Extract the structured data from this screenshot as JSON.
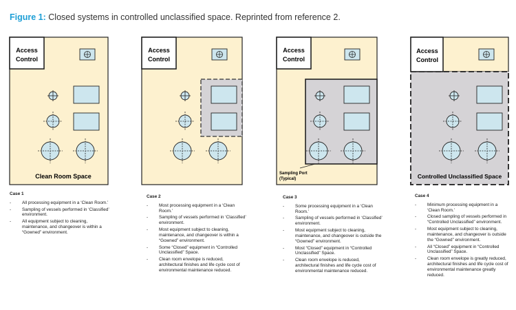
{
  "figure": {
    "label": "Figure 1:",
    "caption": "Closed systems in controlled unclassified space. Reprinted from reference 2."
  },
  "panels": [
    {
      "access_label_1": "Access",
      "access_label_2": "Control",
      "area_label": "Clean Room Space"
    },
    {
      "access_label_1": "Access",
      "access_label_2": "Control",
      "area_label": ""
    },
    {
      "access_label_1": "Access",
      "access_label_2": "Control",
      "area_label": "",
      "callout_1": "Sampling Port",
      "callout_2": "(Typical)"
    },
    {
      "access_label_1": "Access",
      "access_label_2": "Control",
      "area_label": "Controlled Unclassified Space"
    }
  ],
  "cases": [
    {
      "title": "Case 1",
      "items": [
        "All processing equipment in a ‘Clean Room.’",
        "Sampling of vessels performed in ‘Classified’ environment.",
        "All equipment subject to cleaning, maintenance, and changeover is within a “Gowned” environment."
      ]
    },
    {
      "title": "Case 2",
      "items": [
        "Most processing equipment in a ‘Clean Room.’",
        "Sampling of vessels performed in ‘Classified’ environment.",
        "Most equipment subject to cleaning, maintenance, and changeover is within a “Gowned” environment.",
        "Some “Closed” equipment in “Controlled Unclassified” Space.",
        "Clean room envelope is reduced, architectural finishes and life cycle cost of environmental maintenance reduced."
      ]
    },
    {
      "title": "Case 3",
      "items": [
        "Some processing equipment in a ‘Clean Room.’",
        "Sampling of vessels performed in ‘Classified’ environment.",
        "Most equipment subject to cleaning, maintenance, and changeover is outside the “Gowned” environment.",
        "Most “Closed” equipment in “Controlled Unclassified” Space.",
        "Clean room envelope is reduced, architectural finishes and life cycle cost of environmental maintenance reduced."
      ]
    },
    {
      "title": "Case 4",
      "items": [
        "Minimum processing equipment in a ‘Clean Room.’",
        "Closed sampling of vessels performed in “Controlled Unclassified” environment.",
        "Most equipment subject to cleaning, maintenance, and changeover is outside the “Gowned” environment.",
        "All “Closed” equipment in “Controlled Unclassified” Space.",
        "Clean room envelope is greatly reduced, architectural finishes and life cycle cost of environmental maintenance greatly reduced."
      ]
    }
  ],
  "colors": {
    "clean_room": "#fdf1cf",
    "unclassified": "#d5d3d6",
    "equipment": "#cde6ee",
    "accent": "#1e9fd6"
  },
  "icons": [
    "crosshair-vessel-icon",
    "tank-rectangle-icon",
    "sampling-port-icon"
  ]
}
